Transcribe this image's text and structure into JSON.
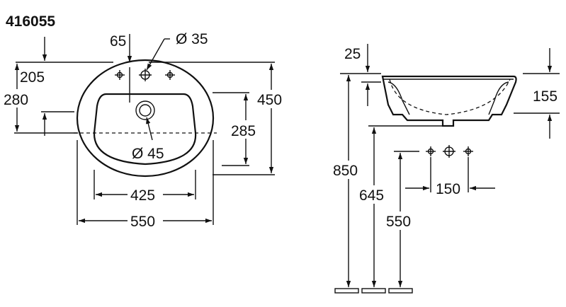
{
  "model_number": "416055",
  "top_view": {
    "dimensions": {
      "tap_offset": "65",
      "tap_hole": "Ø 35",
      "to_tap_row": "205",
      "to_centerline": "280",
      "overall_depth": "450",
      "bowl_depth": "285",
      "drain": "Ø 45",
      "bowl_width": "425",
      "overall_width": "550"
    }
  },
  "side_view": {
    "dimensions": {
      "rim": "25",
      "bowl_height": "155",
      "rim_height": "850",
      "drain_height": "645",
      "tap_height": "550",
      "tap_spacing": "150"
    }
  }
}
